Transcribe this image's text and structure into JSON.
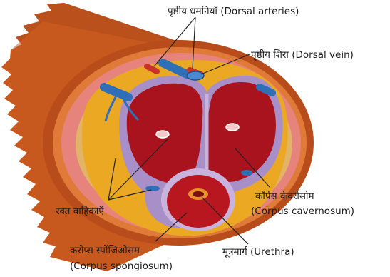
{
  "labels": {
    "dorsal_arteries": "पृष्ठीय धमनियाँ (Dorsal arteries)",
    "dorsal_vein": "पृष्ठीय शिरा (Dorsal vein)",
    "corpus_cavernosum_hi": "कॉर्पस केवरोसोम",
    "corpus_cavernosum_en": "(Corpus cavernosum)",
    "blood_vessels": "रक्त वाहिकाएँ",
    "corpus_spongiosum_hi": "करोप्स स्पोंजिओसम",
    "corpus_spongiosum_en": "(Corpus spongiosum)",
    "urethra": "मूत्रमार्ग (Urethra)"
  },
  "colors": {
    "skin": "#c8591e",
    "skin_dark": "#a8441a",
    "skin_edge": "#e07a38",
    "pink_ring": "#e7837d",
    "tissue_tan": "#e2b468",
    "fat_yellow": "#eaa823",
    "sheath_purple": "#a88fc7",
    "erectile_red": "#a8131d",
    "erectile_dark": "#8a0f16",
    "vein_blue": "#2f6fb8",
    "artery_red": "#c8322b",
    "urethra_orange": "#e8902a"
  }
}
